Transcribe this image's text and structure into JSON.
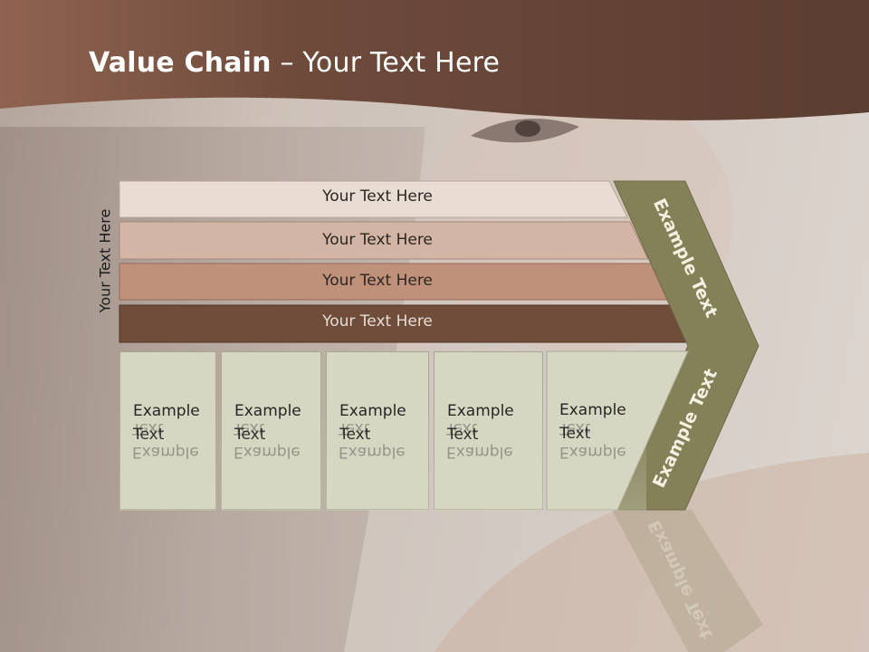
{
  "slide": {
    "title_bold": "Value Chain",
    "title_rest": " – Your Text Here",
    "vertical_label": "Your Text Here"
  },
  "bands": [
    {
      "label": "Your Text Here",
      "color": "#e8dcd3"
    },
    {
      "label": "Your Text Here",
      "color": "#d2b5a4"
    },
    {
      "label": "Your Text Here",
      "color": "#bf917b"
    },
    {
      "label": "Your Text Here",
      "color": "#704c3b"
    }
  ],
  "columns": [
    {
      "text": "Example\nText"
    },
    {
      "text": "Example\nText"
    },
    {
      "text": "Example\nText"
    },
    {
      "text": "Example\nText"
    },
    {
      "text": "Example\nText"
    }
  ],
  "chevron": {
    "upper_text": "Example Text",
    "lower_text": "Example Text",
    "color": "#848058"
  },
  "colors": {
    "header": "#6e4a3b",
    "column_fill": "#d6d7c3"
  }
}
